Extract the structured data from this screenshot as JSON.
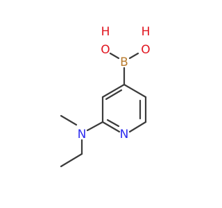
{
  "colors": {
    "bond": "#3b3b3b",
    "carbon": "#3b3b3b",
    "oxygen": "#e0141e",
    "nitrogen": "#2d2df0",
    "boron": "#b87b2d"
  },
  "atoms": [
    {
      "id": "O1",
      "label": "O",
      "element": "oxygen"
    },
    {
      "id": "H1",
      "label": "H",
      "element": "oxygen"
    },
    {
      "id": "O2",
      "label": "O",
      "element": "oxygen"
    },
    {
      "id": "H2",
      "label": "H",
      "element": "oxygen"
    },
    {
      "id": "B",
      "label": "B",
      "element": "boron"
    },
    {
      "id": "N_ring",
      "label": "N",
      "element": "nitrogen"
    },
    {
      "id": "N_amine",
      "label": "N",
      "element": "nitrogen"
    }
  ]
}
